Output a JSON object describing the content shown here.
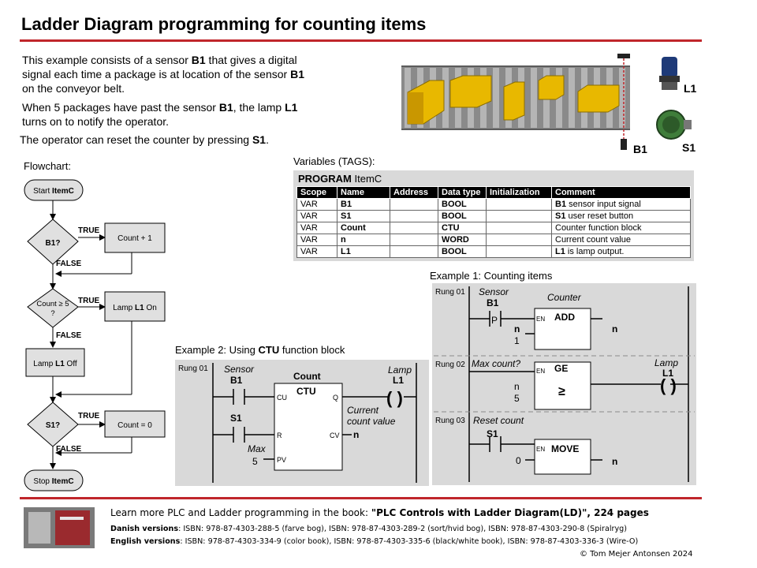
{
  "title": "Ladder Diagram programming for counting items",
  "intro": {
    "p1": [
      "This example consists of a sensor ",
      "B1",
      " that gives a digital signal each time a package is at location of the sensor ",
      "B1",
      " on the conveyor belt."
    ],
    "p2": [
      "When 5 packages have past the sensor ",
      "B1",
      ", the lamp ",
      "L1",
      " turns on to notify the operator."
    ],
    "p3": [
      "The operator can reset the counter by pressing ",
      "S1",
      "."
    ]
  },
  "scene": {
    "l1": "L1",
    "s1": "S1",
    "b1": "B1"
  },
  "flowchart": {
    "label": "Flowchart:",
    "start": [
      "Start ",
      "ItemC"
    ],
    "d1": "B1?",
    "count_plus": "Count + 1",
    "d2_line1": "Count ≥ 5",
    "d2_line2": "?",
    "lamp_on": [
      "Lamp ",
      "L1",
      " On"
    ],
    "lamp_off": [
      "Lamp ",
      "L1",
      " Off"
    ],
    "d3": "S1?",
    "count_zero": "Count = 0",
    "stop": [
      "Stop ",
      "ItemC"
    ],
    "true": "TRUE",
    "false": "FALSE"
  },
  "tags": {
    "label": "Variables (TAGS):",
    "program": "PROGRAM",
    "program_name": "ItemC",
    "headers": [
      "Scope",
      "Name",
      "Address",
      "Data type",
      "Initialization",
      "Comment"
    ],
    "rows": [
      [
        "VAR",
        "B1",
        "",
        "BOOL",
        "",
        "B1",
        " sensor input signal"
      ],
      [
        "VAR",
        "S1",
        "",
        "BOOL",
        "",
        "S1",
        " user reset button"
      ],
      [
        "VAR",
        "Count",
        "",
        "CTU",
        "",
        "",
        "Counter function block"
      ],
      [
        "VAR",
        "n",
        "",
        "WORD",
        "",
        "",
        "Current count value"
      ],
      [
        "VAR",
        "L1",
        "",
        "BOOL",
        "",
        "L1",
        " is lamp output."
      ]
    ]
  },
  "example1": {
    "label": "Example 1: Counting items",
    "rung1": "Rung 01",
    "rung2": "Rung 02",
    "rung3": "Rung 03",
    "sensor": "Sensor",
    "b1": "B1",
    "p": "P",
    "counter": "Counter",
    "en": "EN",
    "add": "ADD",
    "n": "n",
    "one": "1",
    "max_count": "Max count?",
    "ge": "GE",
    "ge_sym": "≥",
    "five": "5",
    "lamp": "Lamp",
    "l1": "L1",
    "coil": "( )",
    "reset_count": "Reset count",
    "s1": "S1",
    "move": "MOVE",
    "zero": "0"
  },
  "example2": {
    "label_pre": "Example 2: Using ",
    "label_bold": "CTU",
    "label_post": " function block",
    "rung1": "Rung 01",
    "sensor": "Sensor",
    "b1": "B1",
    "s1": "S1",
    "count": "Count",
    "ctu": "CTU",
    "cu": "CU",
    "q": "Q",
    "r": "R",
    "cv": "CV",
    "pv": "PV",
    "lamp": "Lamp",
    "l1": "L1",
    "coil": "( )",
    "current_line1": "Current",
    "current_line2": "count value",
    "n": "n",
    "max": "Max",
    "five": "5"
  },
  "footer": {
    "learn_pre": "Learn more PLC and Ladder programming  in the book: ",
    "learn_bold": "\"PLC Controls with Ladder Diagram(LD)\", 224 pages",
    "danish_label": "Danish versions",
    "danish_text": ":  ISBN: 978-87-4303-288-5 (farve bog), ISBN: 978-87-4303-289-2 (sort/hvid bog), ISBN: 978-87-4303-290-8 (Spiralryg)",
    "english_label": "English versions",
    "english_text": ":  ISBN: 978-87-4303-334-9 (color book), ISBN: 978-87-4303-335-6 (black/white book), ISBN: 978-87-4303-336-3 (Wire-O)",
    "copyright": "© Tom Mejer Antonsen 2024"
  },
  "colors": {
    "accent_red": "#c0262b",
    "package_yellow": "#e8b800",
    "panel_gray": "#d9d9d9"
  }
}
